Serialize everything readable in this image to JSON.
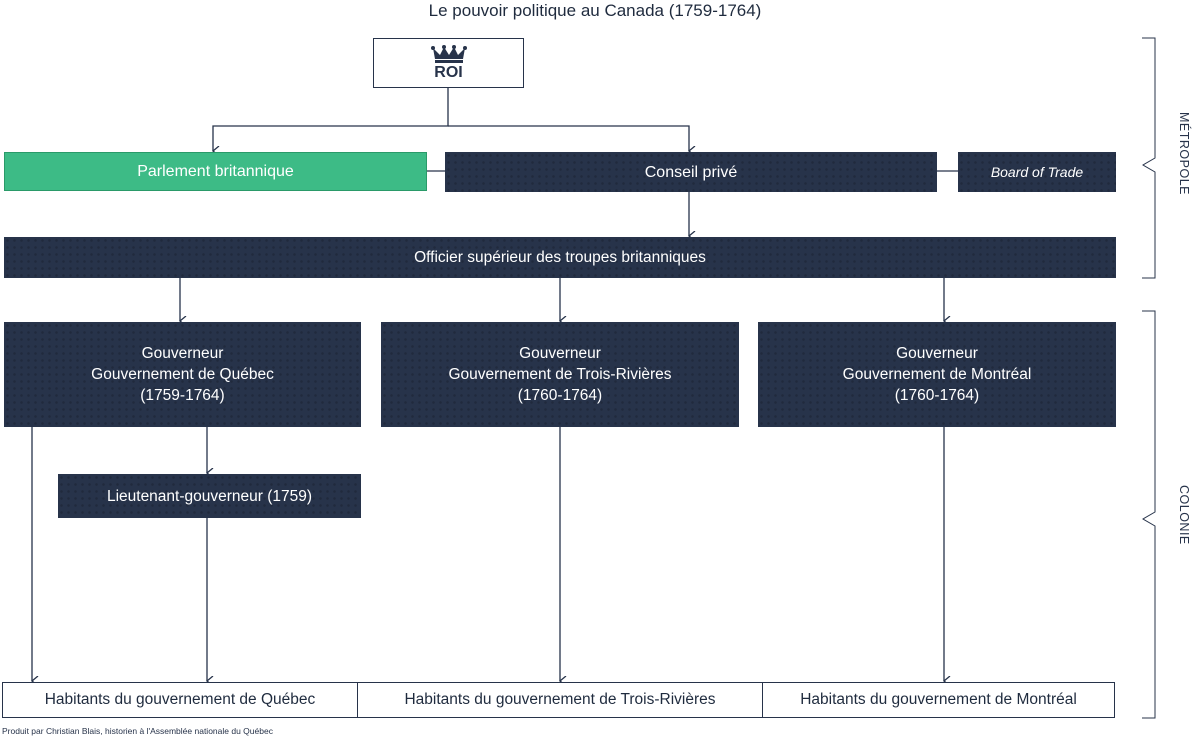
{
  "title": "Le pouvoir politique au Canada (1759-1764)",
  "roi": {
    "label": "ROI",
    "icon": "crown-icon"
  },
  "parlement": "Parlement britannique",
  "conseil": "Conseil privé",
  "board": "Board of Trade",
  "officier": "Officier supérieur des troupes britanniques",
  "gouverneurs": [
    {
      "line1": "Gouverneur",
      "line2": "Gouvernement de Québec",
      "line3": "(1759-1764)"
    },
    {
      "line1": "Gouverneur",
      "line2": "Gouvernement de Trois-Rivières",
      "line3": "(1760-1764)"
    },
    {
      "line1": "Gouverneur",
      "line2": "Gouvernement de Montréal",
      "line3": "(1760-1764)"
    }
  ],
  "lieutenant": "Lieutenant-gouverneur (1759)",
  "habitants": [
    "Habitants du gouvernement de Québec",
    "Habitants du gouvernement de Trois-Rivières",
    "Habitants du gouvernement de Montréal"
  ],
  "side_labels": {
    "metropole": "MÉTROPOLE",
    "colonie": "COLONIE"
  },
  "credit": "Produit par Christian Blais, historien à l'Assemblée nationale du Québec",
  "colors": {
    "dark": "#27334a",
    "green": "#3dbb86",
    "text": "#1f2b3e"
  }
}
